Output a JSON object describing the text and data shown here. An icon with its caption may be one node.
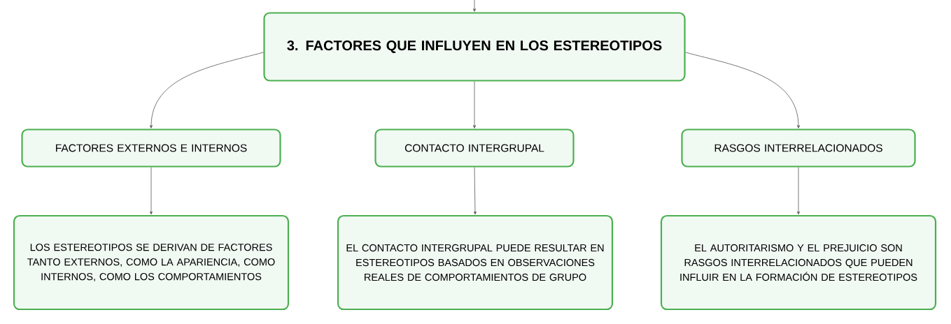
{
  "diagram": {
    "nodes": [
      {
        "text": [
          "3. FACTORES QUE INFLUYEN EN LOS ESTEREOTIPOS"
        ]
      },
      {
        "text": [
          "FACTORES EXTERNOS E INTERNOS"
        ]
      },
      {
        "text": [
          "CONTACTO INTERGRUPAL"
        ]
      },
      {
        "text": [
          "RASGOS INTERRELACIONADOS"
        ]
      },
      {
        "text": [
          "LOS ESTEREOTIPOS SE DERIVAN DE FACTORES TANTO EXTERNOS, COMO LA APARIENCIA, COMO INTERNOS, COMO LOS COMPORTAMIENTOS"
        ]
      },
      {
        "text": [
          "EL CONTACTO INTERGRUPAL PUEDE RESULTAR EN ESTEREOTIPOS BASADOS EN OBSERVACIONES REALES DE COMPORTAMIENTOS DE GRUPO"
        ]
      },
      {
        "text": [
          "EL AUTORITARISMO Y EL PREJUICIO SON RASGOS INTERRELACIONADOS QUE PUEDEN INFLUIR EN LA FORMACIÓN DE ESTEREOTIPOS"
        ]
      }
    ],
    "edges": [
      {
        "from": null,
        "to": 0,
        "arrow": "to"
      },
      {
        "from": 0,
        "to": 1,
        "arrow": "to"
      },
      {
        "from": 0,
        "to": 2,
        "arrow": "to"
      },
      {
        "from": 0,
        "to": 3,
        "arrow": "to"
      },
      {
        "from": 1,
        "to": 4,
        "arrow": "to"
      },
      {
        "from": 2,
        "to": 5,
        "arrow": "to"
      },
      {
        "from": 3,
        "to": 6,
        "arrow": "to"
      }
    ]
  }
}
